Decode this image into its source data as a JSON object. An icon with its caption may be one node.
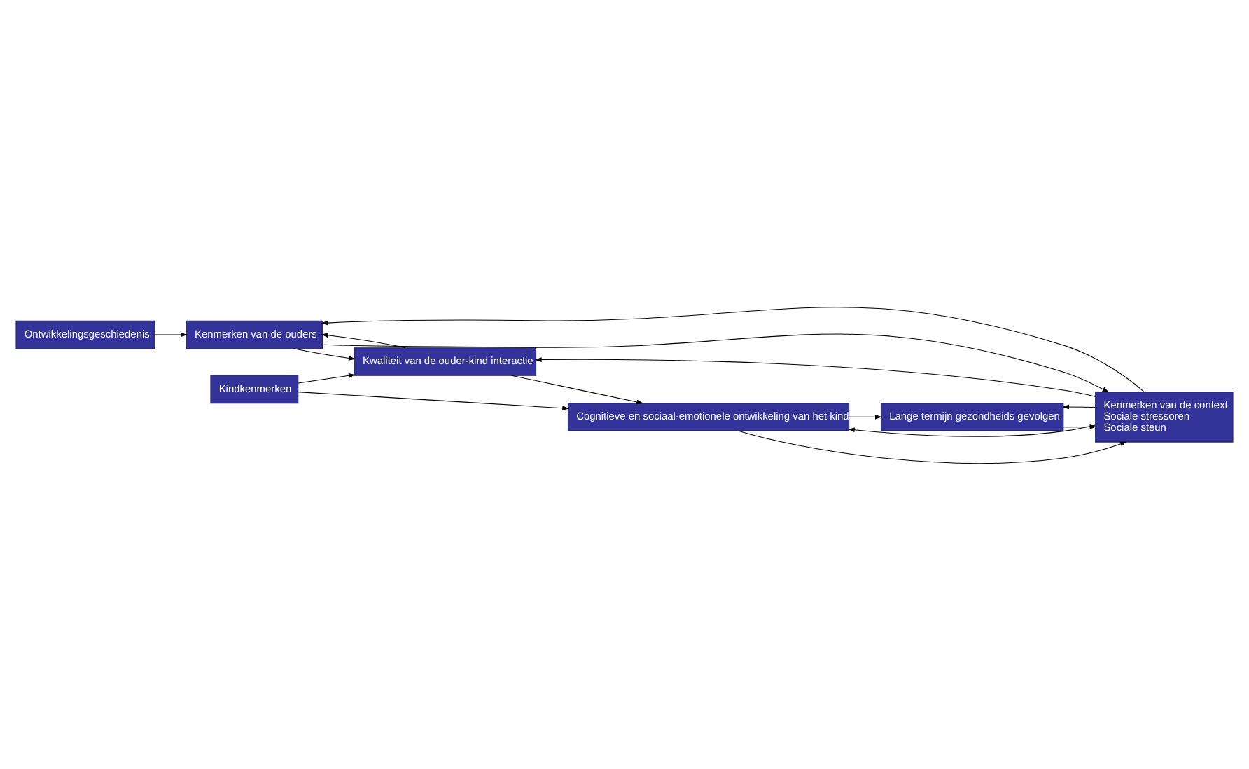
{
  "diagram": {
    "nodes": [
      {
        "text": [
          "Ontwikkelingsgeschiedenis"
        ]
      },
      {
        "text": [
          "Kenmerken van de ouders"
        ]
      },
      {
        "text": [
          "Kwaliteit van de ouder-kind interactie"
        ]
      },
      {
        "text": [
          "Kindkenmerken"
        ]
      },
      {
        "text": [
          "Cognitieve en sociaal-emotionele ontwikkeling van het kind"
        ]
      },
      {
        "text": [
          "Lange termijn gezondheids gevolgen"
        ]
      },
      {
        "text": [
          "Kenmerken van de context",
          "Sociale stressoren",
          "Sociale steun"
        ]
      }
    ],
    "edges": [
      {
        "from": 0,
        "to": 1,
        "arrow": "to"
      },
      {
        "from": 2,
        "to": 1,
        "arrow": "to"
      },
      {
        "from": 1,
        "to": 2,
        "arrow": "to"
      },
      {
        "from": 3,
        "to": 2,
        "arrow": "to"
      },
      {
        "from": 2,
        "to": 4,
        "arrow": "to"
      },
      {
        "from": 3,
        "to": 4,
        "arrow": "to"
      },
      {
        "from": 4,
        "to": 5,
        "arrow": "to"
      },
      {
        "from": 1,
        "to": 6,
        "arrow": "to"
      },
      {
        "from": 6,
        "to": 1,
        "arrow": "to"
      },
      {
        "from": 6,
        "to": 2,
        "arrow": "to"
      },
      {
        "from": 6,
        "to": 4,
        "arrow": "to"
      },
      {
        "from": 4,
        "to": 6,
        "arrow": "to"
      },
      {
        "from": 6,
        "to": 5,
        "arrow": "to"
      },
      {
        "from": 5,
        "to": 6,
        "arrow": "to"
      }
    ]
  }
}
